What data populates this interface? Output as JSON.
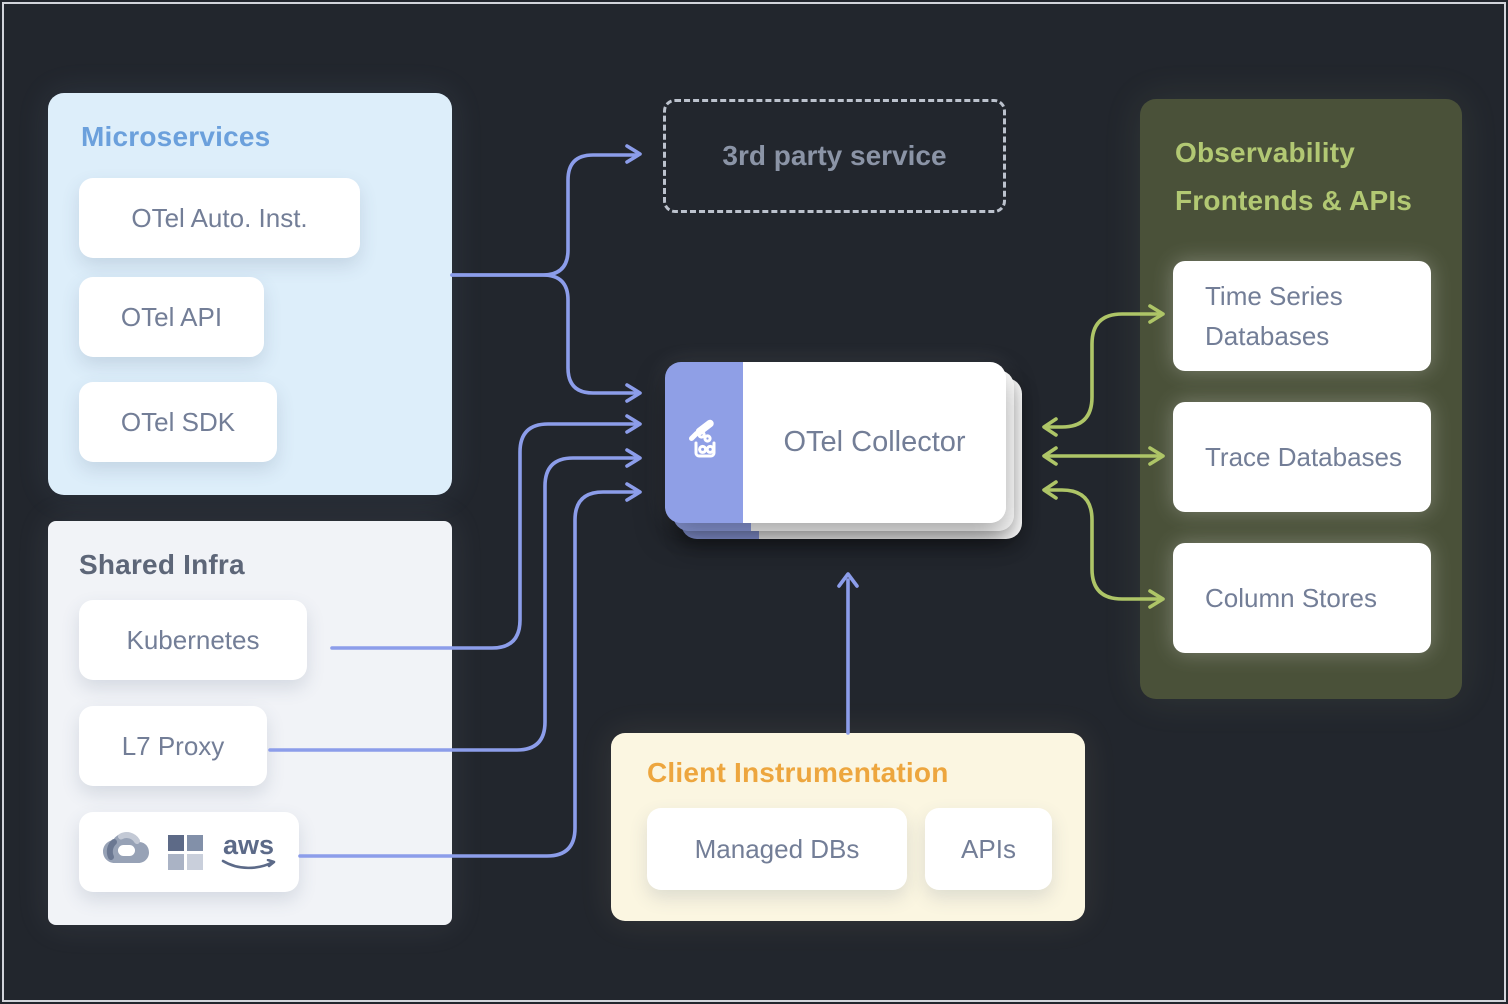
{
  "microservices": {
    "title": "Microservices",
    "items": [
      "OTel Auto. Inst.",
      "OTel API",
      "OTel SDK"
    ]
  },
  "shared_infra": {
    "title": "Shared Infra",
    "items": [
      "Kubernetes",
      "L7 Proxy"
    ],
    "aws_text": "aws"
  },
  "third_party": {
    "label": "3rd party service"
  },
  "collector": {
    "label": "OTel Collector"
  },
  "observability": {
    "title_line1": "Observability",
    "title_line2": "Frontends & APIs",
    "items": [
      "Time Series Databases",
      "Trace Databases",
      "Column Stores"
    ]
  },
  "client_instrumentation": {
    "title": "Client Instrumentation",
    "items": [
      "Managed DBs",
      "APIs"
    ]
  },
  "colors": {
    "background": "#22262d",
    "arrow_purple": "#8c9dea",
    "arrow_green": "#aec567",
    "microservices_panel": "#ddeefa",
    "microservices_title": "#6ba0dc",
    "shared_panel": "#f1f3f7",
    "shared_title": "#5d6678",
    "observability_panel": "#4a5139",
    "observability_title": "#b2c873",
    "client_panel": "#fbf6e1",
    "client_title": "#eda63e",
    "collector_band": "#8f9fe6",
    "card_text": "#737e97"
  }
}
